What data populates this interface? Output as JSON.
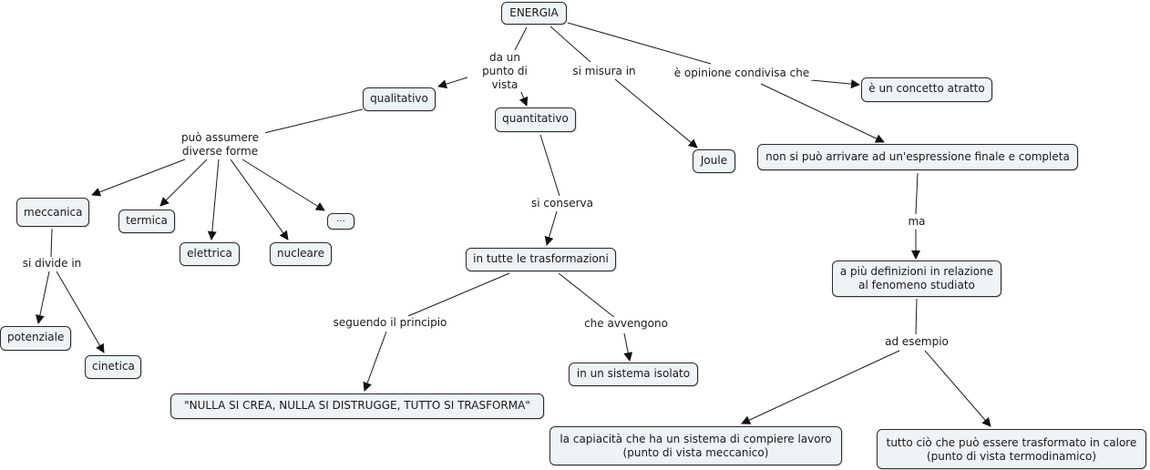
{
  "title": "ENERGIA",
  "concepts": {
    "energia": "ENERGIA",
    "qualitativo": "qualitativo",
    "quantitativo": "quantitativo",
    "joule": "Joule",
    "concetto_astratto": "è un concetto atratto",
    "non_si_puo": "non si può arrivare ad un'espressione finale e completa",
    "meccanica": "meccanica",
    "termica": "termica",
    "elettrica": "elettrica",
    "nucleare": "nucleare",
    "altro": "···",
    "potenziale": "potenziale",
    "cinetica": "cinetica",
    "in_tutte": "in tutte le trasformazioni",
    "nulla_si_crea": "\"NULLA SI CREA, NULLA SI DISTRUGGE, TUTTO SI TRASFORMA\"",
    "sistema_isolato": "in un sistema isolato",
    "piu_definizioni": "a più definizioni in relazione\nal fenomeno studiato",
    "capacita": "la capiacità che ha un sistema di compiere lavoro\n(punto di vista meccanico)",
    "calore": "tutto ciò che può essere trasformato in calore\n(punto di vista termodinamico)"
  },
  "links": {
    "da_un_punto": "da un\npunto di vista",
    "si_misura": "si misura in",
    "opinione": "è opinione condivisa che",
    "puo_assumere": "può assumere\ndiverse forme",
    "si_divide": "si divide in",
    "si_conserva": "si conserva",
    "seguendo": "seguendo il principio",
    "che_avvengono": "che avvengono",
    "ma": "ma",
    "ad_esempio": "ad esempio"
  },
  "colors": {
    "node_fill": "#eef3f5",
    "node_border": "#2a2a2a",
    "line": "#1a1a1a"
  }
}
